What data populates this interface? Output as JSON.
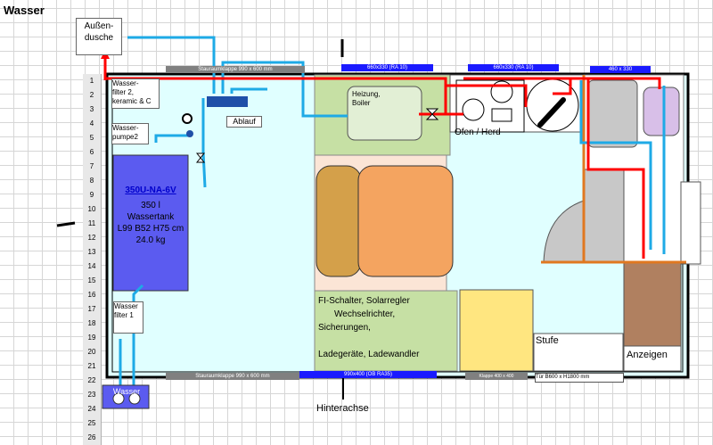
{
  "sheet": {
    "title": "Wasser"
  },
  "rows": [
    "1",
    "2",
    "3",
    "4",
    "5",
    "6",
    "7",
    "8",
    "9",
    "10",
    "11",
    "12",
    "13",
    "14",
    "15",
    "16",
    "17",
    "18",
    "19",
    "20",
    "21",
    "22",
    "23",
    "24",
    "25",
    "26"
  ],
  "labels": {
    "shower": "Außen-\ndusche",
    "filter2": "Wasser-\nfilter 2,\nkeramic & C",
    "drain": "Ablauf",
    "pump": "Wasser-\npumpe2",
    "tank_model": "350U-NA-6V",
    "tank_lines": [
      "350 l",
      "Wassertank",
      "L99 B52 H75 cm",
      "24.0 kg"
    ],
    "filter1": "Wasser\nfilter 1",
    "inlet": "Wasser",
    "heater": "Heizung,\nBoiler",
    "stove": "Ofen / Herd",
    "electrics_lines": [
      "FI-Schalter, Solarregler",
      "Wechselrichter,",
      "Sicherungen,",
      "",
      "Ladegeräte, Ladewandler"
    ],
    "step": "Stufe",
    "displays": "Anzeigen",
    "rear_axle": "Hinterachse"
  },
  "bars": {
    "top_storage": "Stauraumklappe 990 x 600 mm",
    "top_w1": "660x330 (RA 10)",
    "top_w2": "660x330 (RA 10)",
    "top_w3": "460 x 330",
    "bottom_storage": "Stauraumklappe 990 x 600 mm",
    "bottom_w": "990x400 (OB RA35)",
    "flap": "Klappe 400 x 400",
    "door": "Tür  B600 x H1800 mm"
  },
  "colors": {
    "cold_water": "#1eaae6",
    "hot_water": "#ff0000",
    "tank": "#5b5bf0",
    "kitchen_green": "#c6e0a4",
    "bed_orange": "#f4a460"
  }
}
